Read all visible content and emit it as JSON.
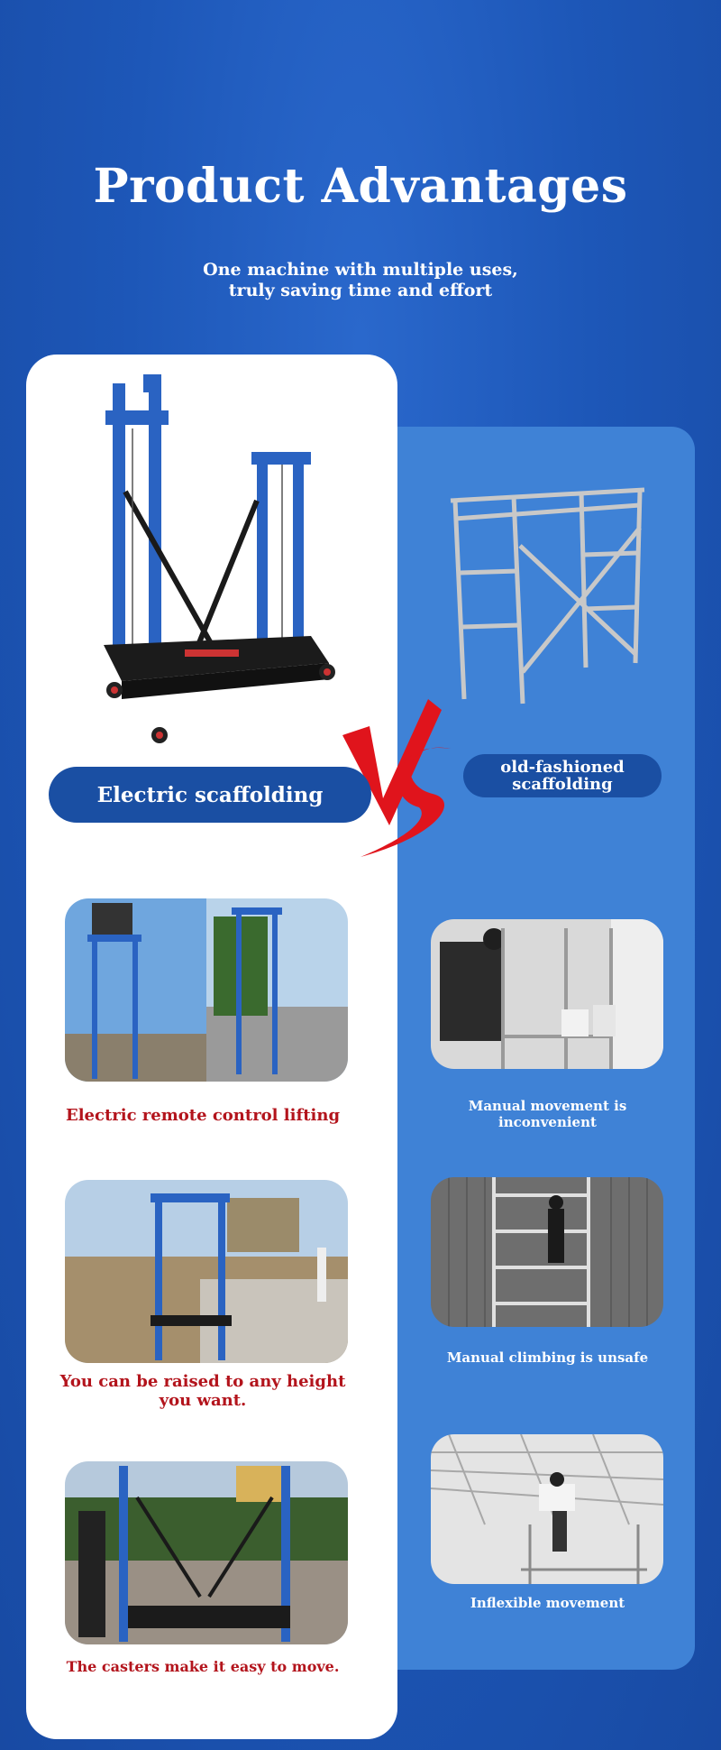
{
  "header": {
    "title": "Product Advantages",
    "subtitle_line1": "One machine with multiple uses,",
    "subtitle_line2": "truly saving time and effort"
  },
  "comparison": {
    "left_label": "Electric scaffolding",
    "vs_text": "VS",
    "right_label_line1": "old-fashioned",
    "right_label_line2": "scaffolding"
  },
  "left_features": [
    {
      "caption": "Electric remote control lifting"
    },
    {
      "caption_line1": "You can be raised to any height",
      "caption_line2": "you want."
    },
    {
      "caption": "The casters make it easy to move."
    }
  ],
  "right_features": [
    {
      "caption_line1": "Manual movement is",
      "caption_line2": "inconvenient"
    },
    {
      "caption": "Manual climbing is unsafe"
    },
    {
      "caption": "Inflexible movement"
    }
  ],
  "colors": {
    "background": "#1d57b8",
    "pill": "#1a4fa3",
    "right_panel": "#3f82d6",
    "accent_red": "#b3141c",
    "vs_red": "#e0141c",
    "scaffold_blue": "#2a63c2"
  }
}
